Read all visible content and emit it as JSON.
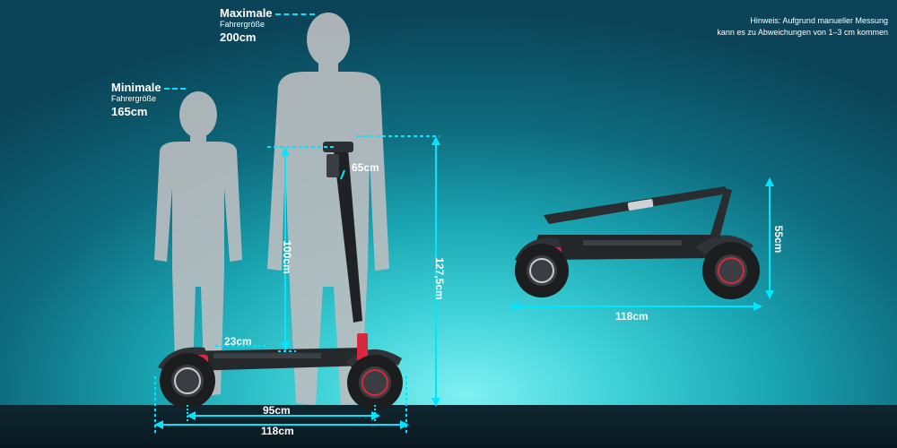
{
  "note": {
    "line1": "Hinweis: Aufgrund manueller Messung",
    "line2": "kann es zu Abweichungen von 1–3 cm kommen"
  },
  "riders": {
    "minimal": {
      "title": "Minimale",
      "subtitle": "Fahrergröße",
      "value": "165cm"
    },
    "maximal": {
      "title": "Maximale",
      "subtitle": "Fahrergröße",
      "value": "200cm"
    }
  },
  "dimensions": {
    "handlebar_width": "65cm",
    "deck_height_to_handlebar": "100cm",
    "total_height": "127,5cm",
    "deck_width": "23cm",
    "wheelbase": "95cm",
    "length_unfolded": "118cm",
    "folded_height": "55cm",
    "folded_length": "118cm"
  },
  "colors": {
    "accent": "#00e6ff",
    "silhouette": "#b8bcbf",
    "floor": "#0b1c24",
    "scooter_body": "#2a2d30",
    "suspension_spring": "#d8283b"
  }
}
